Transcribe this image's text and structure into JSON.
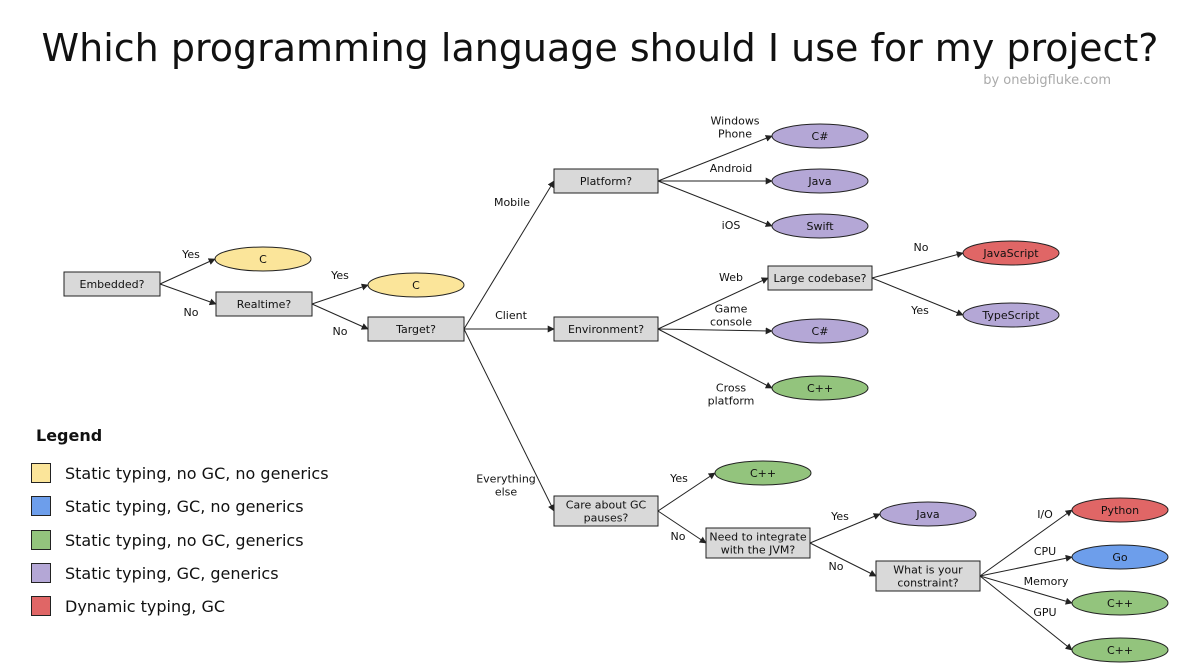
{
  "title": "Which programming language should I use for my project?",
  "credit": "by onebigfluke.com",
  "colors": {
    "yellow": "#fbe59a",
    "blue": "#6d9eeb",
    "green": "#93c47d",
    "purple": "#b4a7d6",
    "red": "#e06666",
    "box_fill": "#d9d9d9",
    "stroke": "#222222"
  },
  "decisions": {
    "embedded": "Embedded?",
    "realtime": "Realtime?",
    "target": "Target?",
    "platform": "Platform?",
    "environment": "Environment?",
    "large_codebase": "Large codebase?",
    "gc_pauses": [
      "Care about GC",
      "pauses?"
    ],
    "jvm": [
      "Need to integrate",
      "with the JVM?"
    ],
    "constraint": [
      "What is your",
      "constraint?"
    ]
  },
  "languages": {
    "c_embedded": {
      "label": "C",
      "color": "yellow"
    },
    "c_realtime": {
      "label": "C",
      "color": "yellow"
    },
    "csharp_wp": {
      "label": "C#",
      "color": "purple"
    },
    "java_android": {
      "label": "Java",
      "color": "purple"
    },
    "swift_ios": {
      "label": "Swift",
      "color": "purple"
    },
    "javascript": {
      "label": "JavaScript",
      "color": "red"
    },
    "typescript": {
      "label": "TypeScript",
      "color": "purple"
    },
    "csharp_console": {
      "label": "C#",
      "color": "purple"
    },
    "cpp_cross": {
      "label": "C++",
      "color": "green"
    },
    "cpp_gc": {
      "label": "C++",
      "color": "green"
    },
    "java_jvm": {
      "label": "Java",
      "color": "purple"
    },
    "python": {
      "label": "Python",
      "color": "red"
    },
    "go": {
      "label": "Go",
      "color": "blue"
    },
    "cpp_memory": {
      "label": "C++",
      "color": "green"
    },
    "cpp_gpu": {
      "label": "C++",
      "color": "green"
    }
  },
  "edge_labels": {
    "embedded_yes": "Yes",
    "embedded_no": "No",
    "realtime_yes": "Yes",
    "realtime_no": "No",
    "mobile": "Mobile",
    "client": "Client",
    "everything_else": [
      "Everything",
      "else"
    ],
    "windows_phone": [
      "Windows",
      "Phone"
    ],
    "android": "Android",
    "ios": "iOS",
    "web": "Web",
    "game_console": [
      "Game",
      "console"
    ],
    "cross_platform": [
      "Cross",
      "platform"
    ],
    "codebase_no": "No",
    "codebase_yes": "Yes",
    "gc_yes": "Yes",
    "gc_no": "No",
    "jvm_yes": "Yes",
    "jvm_no": "No",
    "io": "I/O",
    "cpu": "CPU",
    "memory": "Memory",
    "gpu": "GPU"
  },
  "legend": {
    "title": "Legend",
    "items": [
      {
        "label": "Static typing, no GC, no generics",
        "color": "yellow"
      },
      {
        "label": "Static typing, GC, no generics",
        "color": "blue"
      },
      {
        "label": "Static typing, no GC, generics",
        "color": "green"
      },
      {
        "label": "Static typing, GC, generics",
        "color": "purple"
      },
      {
        "label": "Dynamic typing, GC",
        "color": "red"
      }
    ]
  }
}
